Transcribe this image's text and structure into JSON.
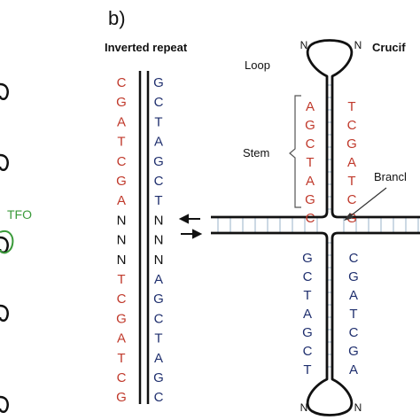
{
  "figure": {
    "panel_label": "b)",
    "tfo_label": "TFO",
    "inverted_repeat": {
      "heading": "Inverted repeat",
      "left_strand": [
        "C",
        "G",
        "A",
        "T",
        "C",
        "G",
        "A",
        "N",
        "N",
        "N",
        "T",
        "C",
        "G",
        "A",
        "T",
        "C",
        "G"
      ],
      "right_strand": [
        "G",
        "C",
        "T",
        "A",
        "G",
        "C",
        "T",
        "N",
        "N",
        "N",
        "A",
        "G",
        "C",
        "T",
        "A",
        "G",
        "C"
      ]
    },
    "cruciform": {
      "heading": "Crucif",
      "loop_label": "Loop",
      "stem_label": "Stem",
      "branch_label": "Brancl",
      "top_left_stem": [
        "A",
        "G",
        "C",
        "T",
        "A",
        "G",
        "C"
      ],
      "top_right_stem": [
        "T",
        "C",
        "G",
        "A",
        "T",
        "C",
        "G"
      ],
      "bottom_left_stem": [
        "G",
        "C",
        "T",
        "A",
        "G",
        "C",
        "T"
      ],
      "bottom_right_stem": [
        "C",
        "G",
        "A",
        "T",
        "C",
        "G",
        "A"
      ],
      "loop_bases": [
        "N",
        "N",
        "N",
        "N"
      ]
    },
    "colors": {
      "red_strand": "#c0392b",
      "blue_strand": "#1f2f6e",
      "tfo_green": "#3a9a3a",
      "backbone": "#111111",
      "rung": "#9ab3c8"
    }
  }
}
